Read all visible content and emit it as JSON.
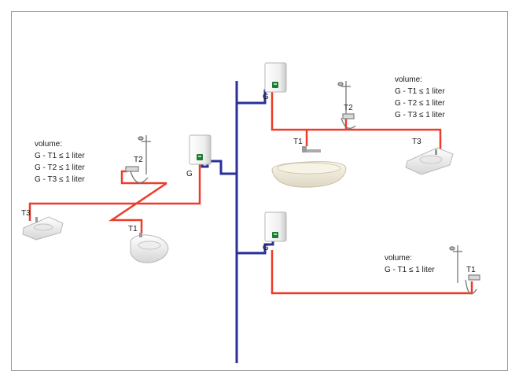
{
  "colors": {
    "main_pipe": "#2b2f9a",
    "hot_pipe": "#ee3b2a",
    "frame_border": "#9a9a9a",
    "heater_body": "#f2f2f2",
    "heater_display": "#1f7a3a"
  },
  "labels": {
    "G": "G",
    "T1": "T1",
    "T2": "T2",
    "T3": "T3"
  },
  "volume_boxes": {
    "left": {
      "title": "volume:",
      "lines": [
        "G - T1 ≤ 1 liter",
        "G - T2 ≤ 1 liter",
        "G - T3 ≤ 1 liter"
      ]
    },
    "top_right": {
      "title": "volume:",
      "lines": [
        "G - T1 ≤ 1 liter",
        "G - T2 ≤ 1 liter",
        "G - T3 ≤ 1 liter"
      ]
    },
    "bottom_right": {
      "title": "volume:",
      "lines": [
        "G - T1 ≤ 1 liter"
      ]
    }
  },
  "icons": {
    "water_heater": "water-heater-icon",
    "shower": "shower-icon",
    "washbasin": "washbasin-icon",
    "bidet": "bidet-icon",
    "bathtub": "bathtub-icon"
  }
}
